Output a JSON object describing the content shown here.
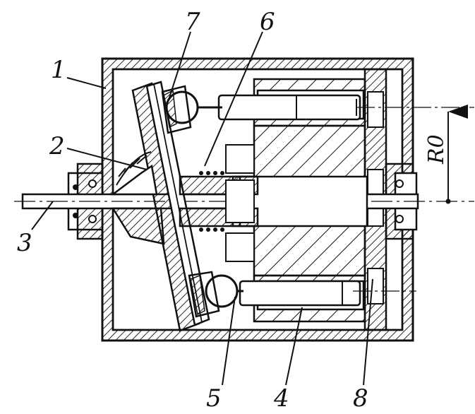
{
  "figure": {
    "labels": {
      "l1": "1",
      "l2": "2",
      "l3": "3",
      "l4": "4",
      "l5": "5",
      "l6": "6",
      "l7": "7",
      "l8": "8"
    },
    "radius_label": "R0"
  },
  "colors": {
    "ink": "#111111",
    "paper": "#ffffff"
  }
}
